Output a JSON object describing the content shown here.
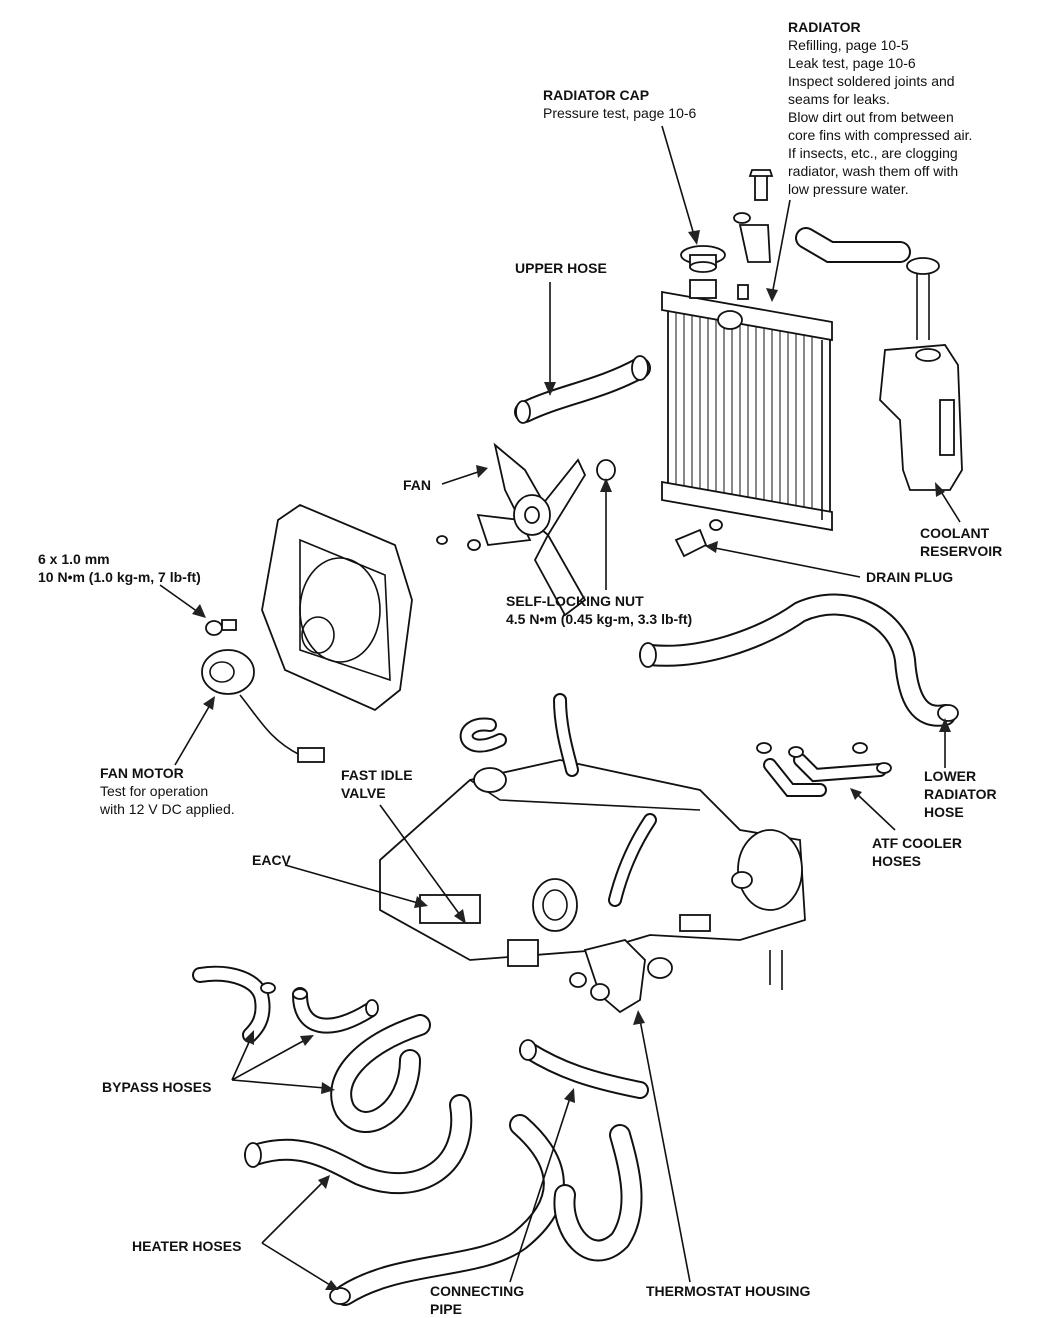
{
  "diagram": {
    "labels": {
      "radiator": {
        "title": "RADIATOR",
        "lines": [
          "Refilling, page 10-5",
          "Leak test, page 10-6",
          "Inspect soldered joints and",
          "seams for leaks.",
          "Blow dirt out from between",
          "core fins with compressed air.",
          "If insects, etc., are clogging",
          "radiator, wash them off with",
          "low pressure water."
        ]
      },
      "radiator_cap": {
        "title": "RADIATOR CAP",
        "lines": [
          "Pressure test, page 10-6"
        ]
      },
      "upper_hose": {
        "title": "UPPER HOSE"
      },
      "fan": {
        "title": "FAN"
      },
      "bolt_spec": {
        "title": "6 x 1.0 mm",
        "lines": [
          "10 N•m (1.0 kg-m, 7 lb-ft)"
        ]
      },
      "self_locking_nut": {
        "title": "SELF-LOCKING NUT",
        "lines": [
          "4.5 N•m (0.45 kg-m, 3.3 lb-ft)"
        ]
      },
      "coolant_reservoir": {
        "title1": "COOLANT",
        "title2": "RESERVOIR"
      },
      "drain_plug": {
        "title": "DRAIN PLUG"
      },
      "fan_motor": {
        "title": "FAN MOTOR",
        "lines": [
          "Test for operation",
          "with 12 V DC applied."
        ]
      },
      "fast_idle_valve": {
        "title1": "FAST IDLE",
        "title2": "VALVE"
      },
      "lower_radiator_hose": {
        "title1": "LOWER",
        "title2": "RADIATOR",
        "title3": "HOSE"
      },
      "atf_cooler_hoses": {
        "title1": "ATF COOLER",
        "title2": "HOSES"
      },
      "eacv": {
        "title": "EACV"
      },
      "bypass_hoses": {
        "title": "BYPASS HOSES"
      },
      "heater_hoses": {
        "title": "HEATER HOSES"
      },
      "connecting_pipe": {
        "title1": "CONNECTING",
        "title2": "PIPE"
      },
      "thermostat_housing": {
        "title": "THERMOSTAT HOUSING"
      }
    }
  }
}
